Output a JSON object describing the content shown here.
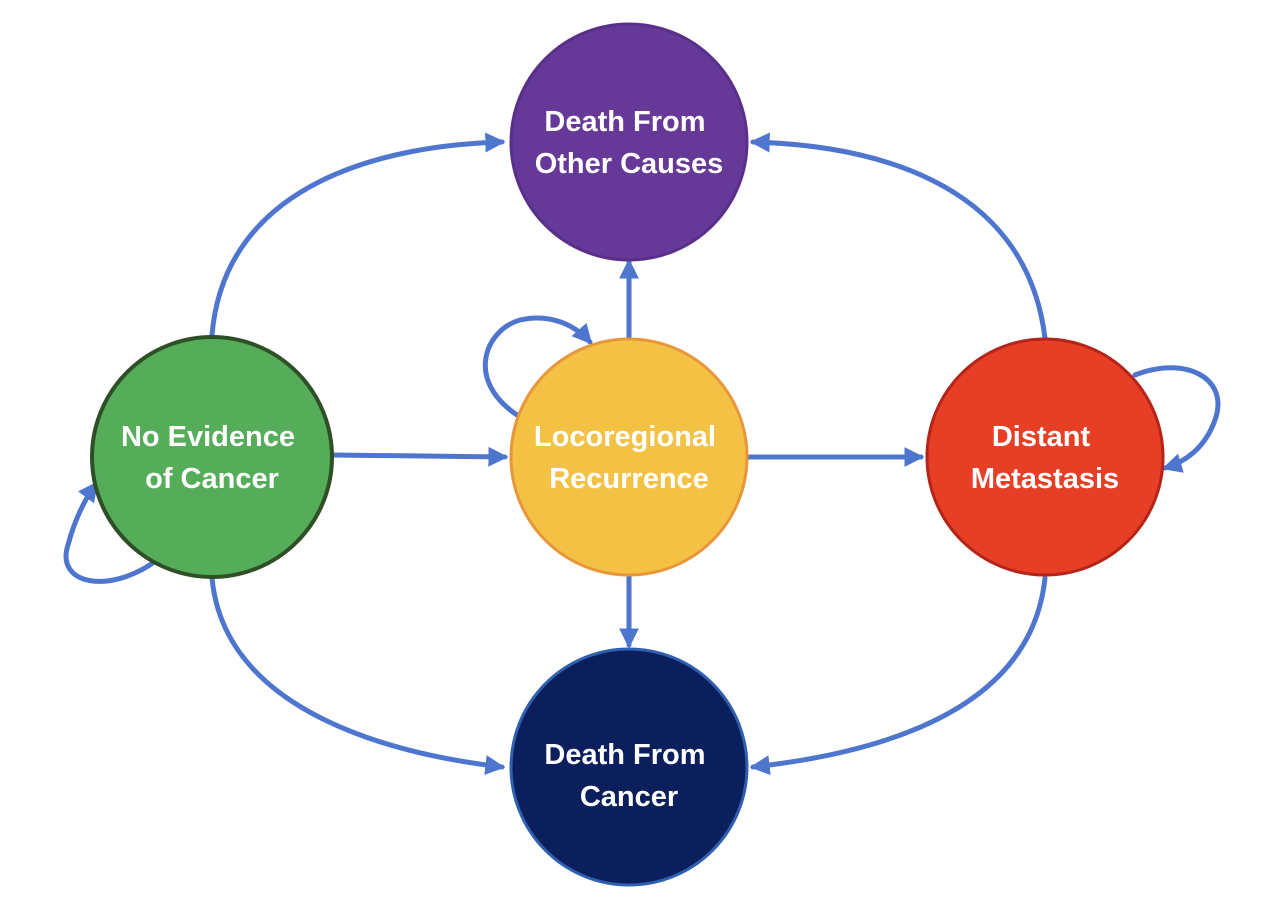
{
  "colors": {
    "edge": "#4f76cf",
    "background": "#ffffff"
  },
  "nodes": {
    "other_causes": {
      "lines": [
        "Death From",
        "Other Causes"
      ],
      "fill": "#663898",
      "stroke": "#5a2f8a"
    },
    "no_evidence": {
      "lines": [
        "No Evidence",
        "of Cancer"
      ],
      "fill": "#55ad5a",
      "stroke": "#2f4f27"
    },
    "locoregional": {
      "lines": [
        "Locoregional",
        "Recurrence"
      ],
      "fill": "#f3c144",
      "stroke": "#e8963a"
    },
    "distant": {
      "lines": [
        "Distant",
        "Metastasis"
      ],
      "fill": "#e63f26",
      "stroke": "#b52418"
    },
    "cancer_death": {
      "lines": [
        "Death From",
        "Cancer"
      ],
      "fill": "#0b1f5c",
      "stroke": "#2e5fb0"
    }
  },
  "edges": [
    {
      "from": "no_evidence",
      "to": "no_evidence"
    },
    {
      "from": "no_evidence",
      "to": "other_causes"
    },
    {
      "from": "no_evidence",
      "to": "locoregional"
    },
    {
      "from": "no_evidence",
      "to": "cancer_death"
    },
    {
      "from": "locoregional",
      "to": "locoregional"
    },
    {
      "from": "locoregional",
      "to": "other_causes"
    },
    {
      "from": "locoregional",
      "to": "distant"
    },
    {
      "from": "locoregional",
      "to": "cancer_death"
    },
    {
      "from": "distant",
      "to": "distant"
    },
    {
      "from": "distant",
      "to": "other_causes"
    },
    {
      "from": "distant",
      "to": "cancer_death"
    }
  ]
}
